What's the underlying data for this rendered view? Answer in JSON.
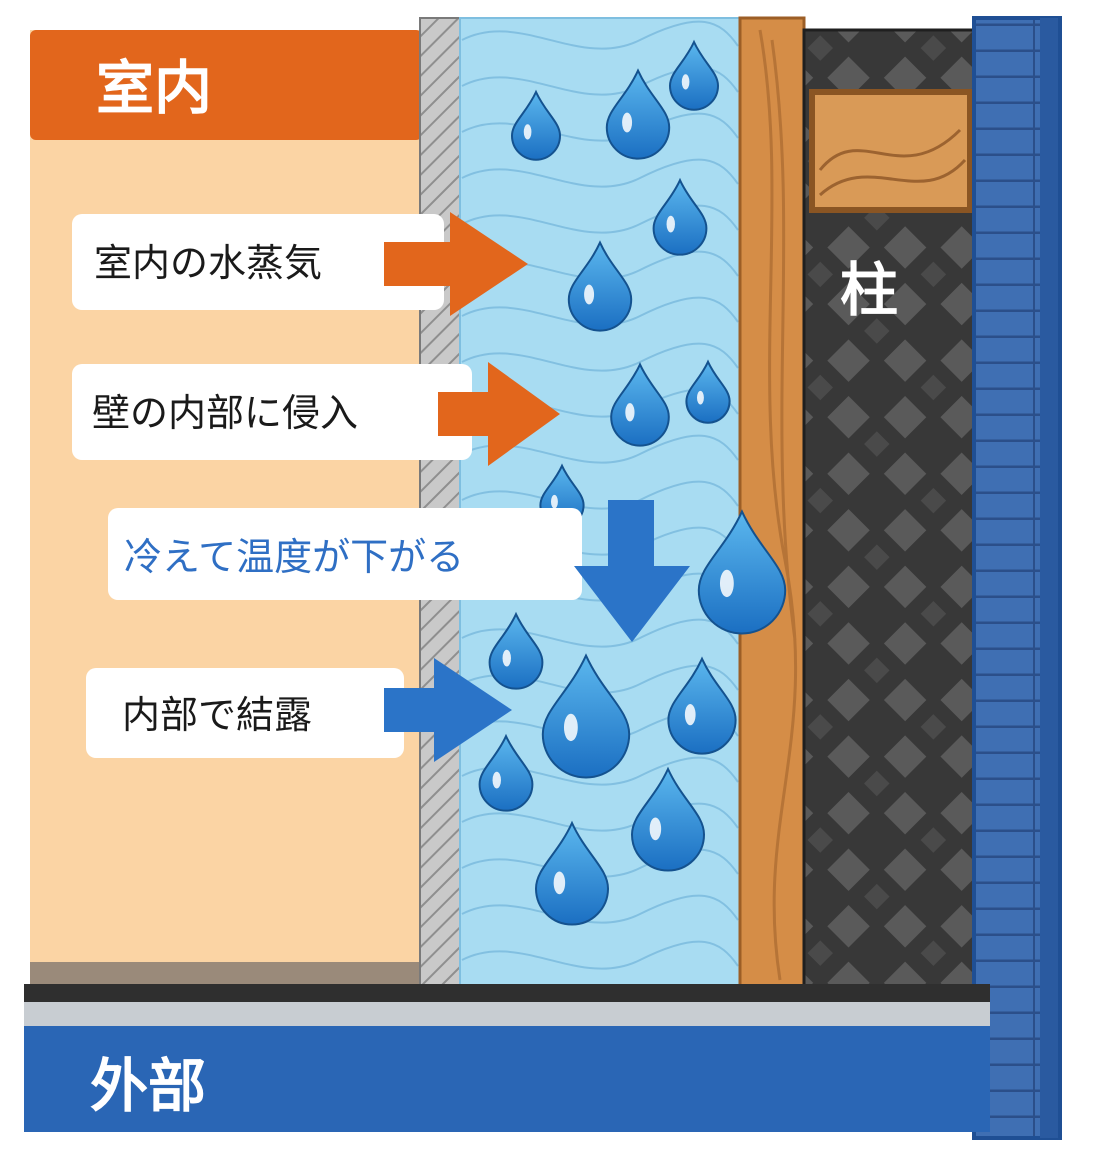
{
  "labels": {
    "indoor": "室内",
    "outdoor": "外部",
    "pillar": "柱"
  },
  "steps": [
    {
      "text": "室内の水蒸気",
      "arrow": "right",
      "color": "orange",
      "text_color": "#1a1a1a"
    },
    {
      "text": "壁の内部に侵入",
      "arrow": "right",
      "color": "orange",
      "text_color": "#1a1a1a"
    },
    {
      "text": "冷えて温度が下がる",
      "arrow": "down",
      "color": "blue",
      "text_color": "#2f6fc4"
    },
    {
      "text": "内部で結露",
      "arrow": "right",
      "color": "blue",
      "text_color": "#1a1a1a"
    }
  ],
  "colors": {
    "indoor_bg": "#fbd4a4",
    "indoor_header": "#e2661c",
    "outdoor_band": "#2a66b5",
    "insulation": "#a8dcf2",
    "wood": "#d58d47",
    "pillar_dark": "#3c3c3c",
    "siding": "#3f6fb3",
    "arrow_orange": "#e2661c",
    "arrow_blue": "#2b74c8",
    "droplet": "#2a8ed4"
  },
  "icons": [
    "water-droplet-icon",
    "right-arrow-icon",
    "down-arrow-icon"
  ]
}
